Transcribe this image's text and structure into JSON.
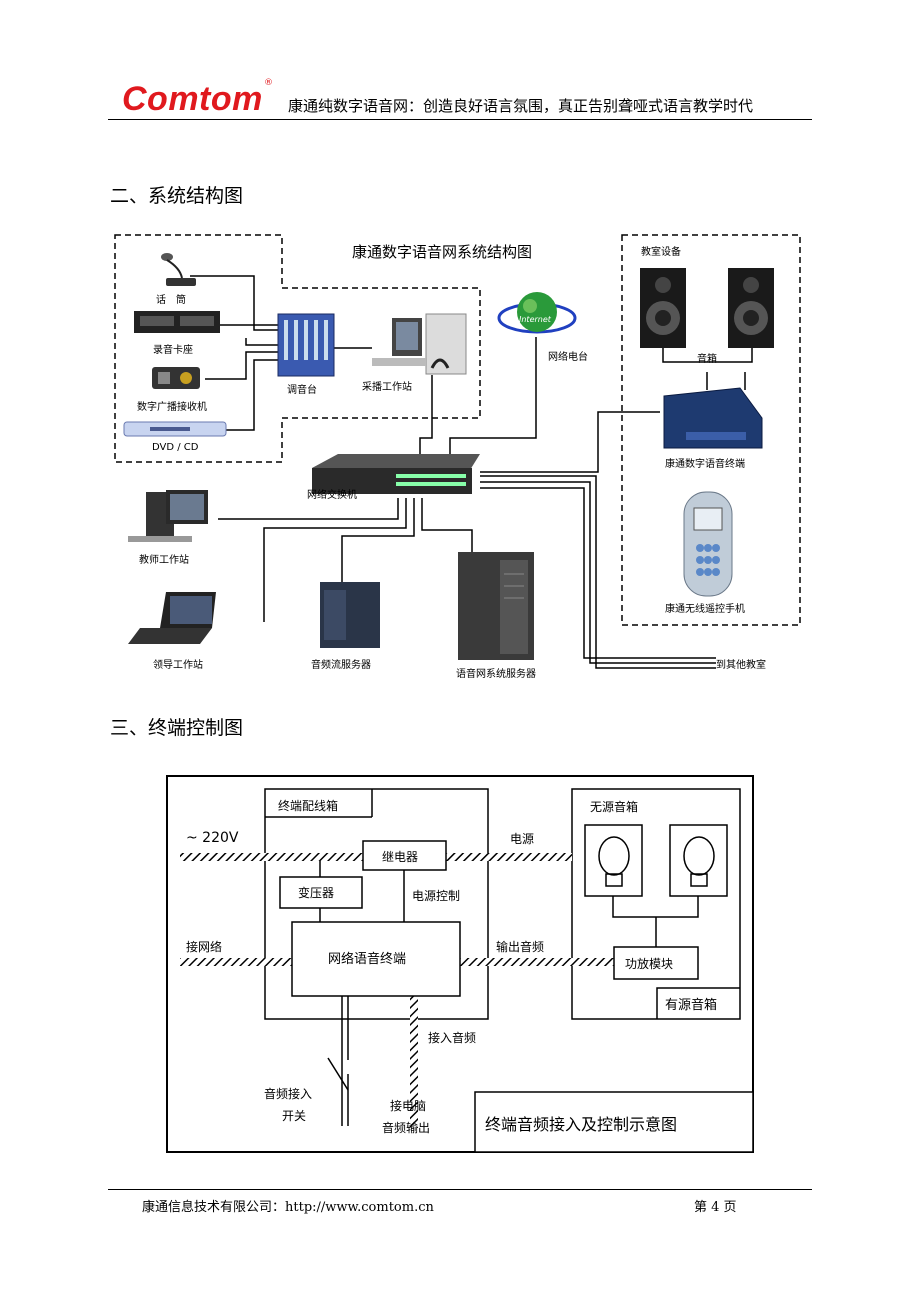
{
  "header": {
    "logo": "Comtom",
    "registered": "®",
    "slogan": "康通纯数字语音网：创造良好语言氛围，真正告别聋哑式语言教学时代"
  },
  "section2": {
    "heading": "二、系统结构图",
    "diagram_title": "康通数字语音网系统结构图",
    "labels": {
      "microphone": "话　筒",
      "cassette": "录音卡座",
      "radio": "数字广播接收机",
      "dvd": "DVD / CD",
      "mixer": "调音台",
      "capture": "采播工作站",
      "internet_badge": "Internet",
      "net_radio": "网络电台",
      "classroom_equipment": "教室设备",
      "speakers": "音箱",
      "terminal": "康通数字语音终端",
      "remote": "康通无线遥控手机",
      "switch": "网络交换机",
      "teacher": "教师工作站",
      "leader": "领导工作站",
      "audio_server": "音频流服务器",
      "system_server": "语音网系统服务器",
      "other_rooms": "到其他教室"
    }
  },
  "section3": {
    "heading": "三、终端控制图",
    "labels": {
      "wiring_box": "终端配线箱",
      "passive_speakers": "无源音箱",
      "ac220": "~ 220V",
      "power": "电源",
      "relay": "继电器",
      "transformer": "变压器",
      "power_control": "电源控制",
      "network_in": "接网络",
      "output_audio": "输出音频",
      "net_terminal": "网络语音终端",
      "amp_module": "功放模块",
      "active_speakers": "有源音箱",
      "audio_in": "接入音频",
      "audio_switch_1": "音频接入",
      "audio_switch_2": "开关",
      "pc_out_1": "接电脑",
      "pc_out_2": "音频输出",
      "caption": "终端音频接入及控制示意图"
    }
  },
  "footer": {
    "company": "康通信息技术有限公司：http://www.comtom.cn",
    "page": "第 4 页"
  },
  "colors": {
    "brand_red": "#e0191e"
  }
}
